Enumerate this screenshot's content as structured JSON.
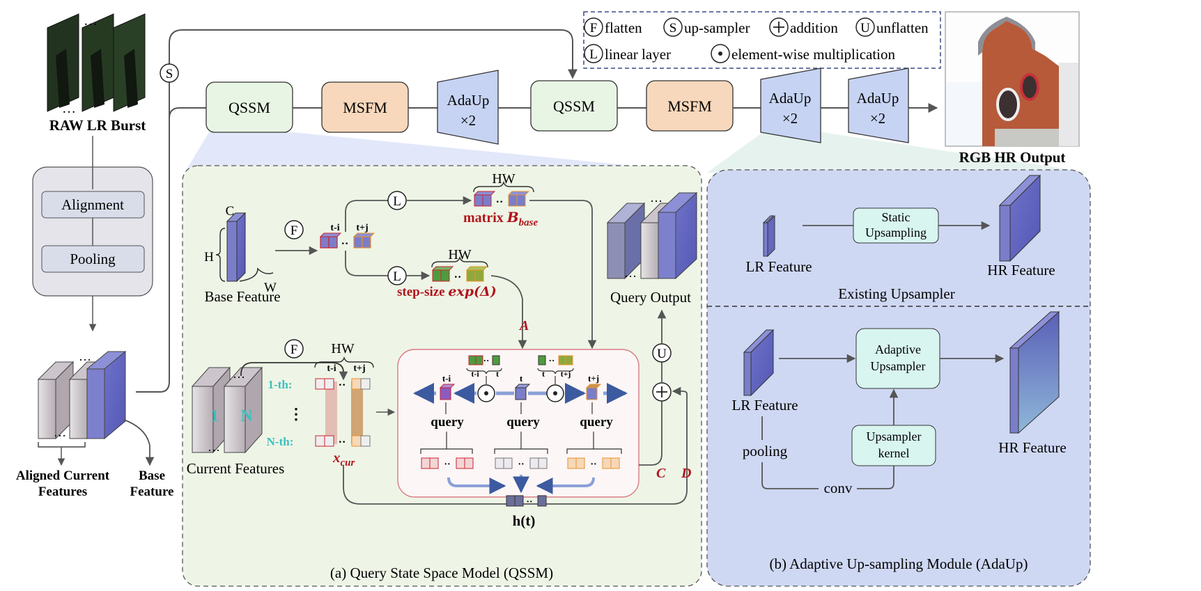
{
  "legend": {
    "flatten": "flatten",
    "up_sampler": "up-sampler",
    "addition": "addition",
    "unflatten": "unflatten",
    "linear_layer": "linear layer",
    "element_mult": "element-wise multiplication",
    "sym_F": "F",
    "sym_S": "S",
    "sym_U": "U",
    "sym_L": "L"
  },
  "top": {
    "raw_burst": "RAW LR Burst",
    "alignment": "Alignment",
    "pooling": "Pooling",
    "aligned_features": "Aligned Current",
    "aligned_features_2": "Features",
    "base_feature": "Base",
    "base_feature_2": "Feature",
    "qssm1": "QSSM",
    "msfm1": "MSFM",
    "adaup1_a": "AdaUp",
    "adaup1_b": "×2",
    "qssm2": "QSSM",
    "msfm2": "MSFM",
    "adaup2_a": "AdaUp",
    "adaup2_b": "×2",
    "adaup3_a": "AdaUp",
    "adaup3_b": "×2",
    "rgb_output": "RGB HR Output",
    "sym_S": "S",
    "dots": "…"
  },
  "qssm_panel": {
    "caption": "(a) Query State Space Model (QSSM)",
    "base_feature": "Base Feature",
    "dim_C": "C",
    "dim_H": "H",
    "dim_W": "W",
    "hw": "HW",
    "t_minus_i": "t-i",
    "t_plus_j": "t+j",
    "t": "t",
    "matrix_label": "matrix ",
    "matrix_sym": "B",
    "matrix_sub": "base",
    "step_size": "step-size ",
    "exp_delta": "exp(Δ)",
    "A": "A",
    "query_output": "Query Output",
    "current_features": "Current Features",
    "first": "1-th:",
    "nth": "N-th:",
    "vdots": "⋮",
    "num_1": "1",
    "num_N": "N",
    "x_cur": "x",
    "x_cur_sub": "cur",
    "query": "query",
    "h_t": "h(t)",
    "C": "C",
    "D": "D"
  },
  "adaup_panel": {
    "caption": "(b) Adaptive Up-sampling Module (AdaUp)",
    "lr_feature_top": "LR Feature",
    "static_a": "Static",
    "static_b": "Upsampling",
    "hr_feature_top": "HR Feature",
    "existing": "Existing Upsampler",
    "lr_feature_bottom": "LR Feature",
    "adaptive_a": "Adaptive",
    "adaptive_b": "Upsampler",
    "kernel_a": "Upsampler",
    "kernel_b": "kernel",
    "hr_feature_bottom": "HR Feature",
    "pooling": "pooling",
    "conv": "conv"
  },
  "colors": {
    "qssm_fill": "#e8f5e4",
    "msfm_fill": "#f8d8bc",
    "adaup_fill": "#c6d3f2",
    "panel_green": "#eef5e6",
    "panel_blue": "#cfd8f3",
    "red_label": "#b0151d",
    "teal_label": "#3fbfbf"
  }
}
